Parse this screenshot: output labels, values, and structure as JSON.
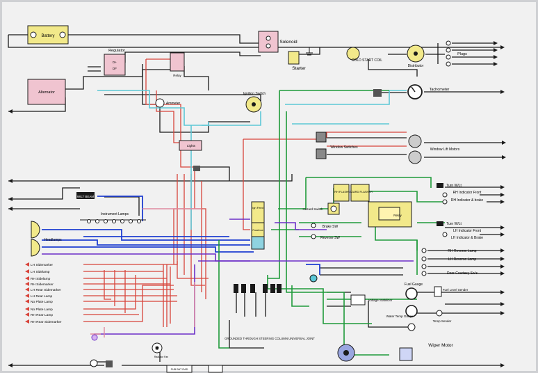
{
  "components": {
    "battery": "Battery",
    "regulator": "Regulator",
    "relay_top": "Relay",
    "alternator": "Alternator",
    "solenoid": "Solenoid",
    "starter": "Starter",
    "cold_start_coil": "COLD START COIL",
    "distributor": "Distributor",
    "plugs": "Plugs",
    "ammeter": "Ammeter",
    "ignition_switch": "Ignition Switch",
    "tachometer": "Tachometer",
    "lights": "Lights",
    "window_switches": "Window Switches",
    "window_lift_motors": "Window Lift Motors",
    "beam_indicator": "W/LT BEAM",
    "instrument_lamps": "Instrument Lamps",
    "headlamps": "Headlamps",
    "ign_feed": "Ign Feed",
    "fuse_block": "Fusebox",
    "rh_flasher": "RH FLASH",
    "hazard_flasher": "HAZARD FLASHER",
    "hazard_switch": "Hazard Switch",
    "relay_mid": "Relay",
    "brake_sw": "Brake SW",
    "reverse_sw": "Reverse SW",
    "fuel_gauge": "Fuel Gauge",
    "fuel_level_sender": "Fuel Level Sender",
    "voltage_stabilizer": "Voltage Stabilizer",
    "water_temp_gauge": "Water Temp Gauge",
    "temp_sender": "Temp Sender",
    "wiper_motor": "Wiper Motor",
    "grounded": "GROUNDED THROUGH STEERING COLUMN UNIVERSAL JOINT",
    "radiator_fan": "Radiator Fan",
    "fuse_labels": "FUB BAT RAD"
  },
  "left_lamps": [
    "LH Sidemarker",
    "LH Sidelamp",
    "RH Sidelamp",
    "RH Sidemarker",
    "LH Rear Sidemarker",
    "LH Rear Lamp",
    "No Plate Lamp",
    "No Plate Lamp",
    "RH Rear Lamp",
    "RH Rear Sidemarker"
  ],
  "right_lamps": {
    "turn_rh": "Turn W/Lt",
    "rh_indicator_front": "RH Indicator Front",
    "rh_indicator_brake": "RH Indicator & brake",
    "turn_lh": "Turn W/Lt",
    "lh_indicator_front": "LH Indicator Front",
    "lh_indicator_brake": "LH Indicator & Brake",
    "rh_reverse": "RH Reverse Lamp",
    "lh_reverse": "LH Reverse Lamp",
    "door_courtesy": "Door Courtesy Sw's"
  },
  "wire_colors": {
    "black": "#1a1a1a",
    "red": "#d8443a",
    "lightblue": "#5cc7d6",
    "blue": "#1f3fd1",
    "green": "#1f9a3a",
    "purple": "#6c2fc8",
    "pink": "#e08aa0",
    "yellow": "#f1e88a"
  }
}
